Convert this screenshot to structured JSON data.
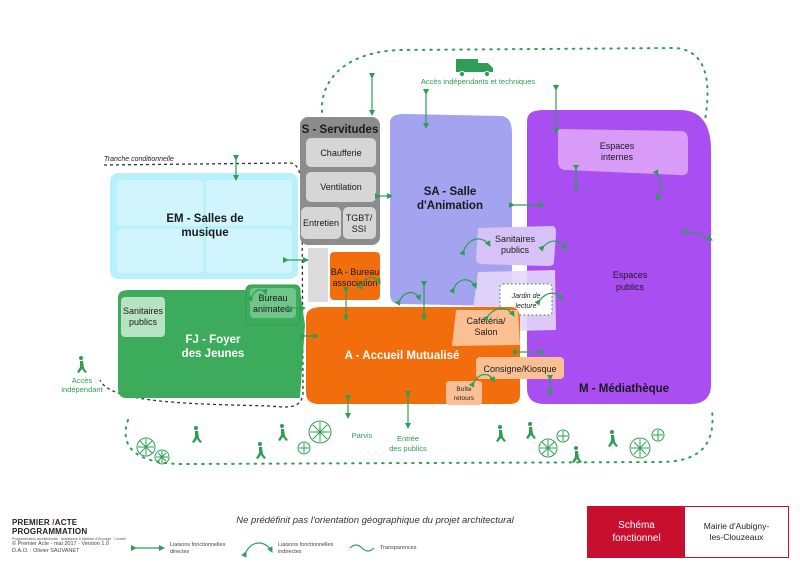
{
  "zones": {
    "servitudes": {
      "title": "S - Servitudes",
      "chaufferie": "Chaufferie",
      "ventilation": "Ventilation",
      "entretien": "Entretien",
      "tgbt_1": "TGBT/",
      "tgbt_2": "SSI"
    },
    "salle_animation": {
      "title_1": "SA - Salle",
      "title_2": "d'Animation",
      "sanitaires_1": "Sanitaires",
      "sanitaires_2": "publics",
      "jardin_1": "Jardin de",
      "jardin_2": "lecture"
    },
    "salles_musique": {
      "title_1": "EM - Salles de",
      "title_2": "musique",
      "tranche": "Tranche conditionnelle"
    },
    "mediatheque": {
      "title": "M - Médiathèque",
      "espaces_internes_1": "Espaces",
      "espaces_internes_2": "internes",
      "espaces_publics_1": "Espaces",
      "espaces_publics_2": "publics"
    },
    "foyer_jeunes": {
      "title_1": "FJ - Foyer",
      "title_2": "des Jeunes",
      "sanitaires_1": "Sanitaires",
      "sanitaires_2": "publics",
      "bureau_1": "Bureau",
      "bureau_2": "animateur"
    },
    "bureau_association": {
      "title_1": "BA - Bureau",
      "title_2": "association"
    },
    "accueil": {
      "title": "A - Accueil Mutualisé",
      "cafeteria_1": "Cafétéria/",
      "cafeteria_2": "Salon",
      "consigne": "Consigne/Kiosque",
      "boite_1": "Boîte",
      "boite_2": "retours"
    }
  },
  "access": {
    "acces_techniques": "Accès indépendants et techniques",
    "acces_independant_1": "Accès",
    "acces_independant_2": "indépendant",
    "parvis": "Parvis",
    "entree_1": "Entrée",
    "entree_2": "des publics"
  },
  "footer": {
    "note": "Ne prédéfinit pas l'orientation géographique du projet architectural",
    "logo_a": "PREMIER",
    "logo_b": "ACTE PROGRAMMATION",
    "logo_tag": "Programmation architecturale · Assistance à Maîtrise d'Ouvrage · Conseil",
    "credit_1": "© Premier Acte - mai 2017 · Version 1.0",
    "credit_2": "D.A.O. : Olivier SAUVANET",
    "legend_direct_1": "Liaisons fonctionnelles",
    "legend_direct_2": "directes",
    "legend_indirect_1": "Liaisons fonctionnelles",
    "legend_indirect_2": "indirectes",
    "legend_transp": "Transparences",
    "schema_1": "Schéma",
    "schema_2": "fonctionnel",
    "client_1": "Mairie d'Aubigny-",
    "client_2": "les-Clouzeaux"
  },
  "colors": {
    "green": "#2e9e55",
    "accent_red": "#c8102e",
    "orange": "#f26d0c",
    "violet": "#a94ef0",
    "lavender": "#a3a3f0",
    "cyan": "#b8f0fb",
    "grey": "#8c8c8c"
  }
}
